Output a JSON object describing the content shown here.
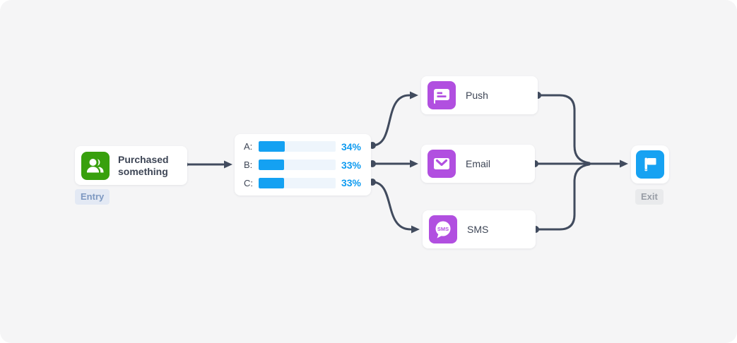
{
  "colors": {
    "canvas_bg": "#f5f5f6",
    "card_bg": "#ffffff",
    "connector": "#414b5e",
    "green": "#38a00d",
    "purple": "#b14fe0",
    "blue": "#17a2f2",
    "bar_track": "#eef5fc",
    "bar_fill": "#14a1f2",
    "pct_text": "#0f9bf0",
    "entry_badge_bg": "#e3e9f4",
    "entry_badge_text": "#7d98c1",
    "exit_badge_bg": "#e9eaec",
    "exit_badge_text": "#989da6",
    "label_text": "#3e4656"
  },
  "entry_node": {
    "label": "Purchased something",
    "badge": "Entry",
    "icon": "users-icon"
  },
  "split_node": {
    "rows": [
      {
        "label": "A:",
        "percent": 34,
        "percent_label": "34%"
      },
      {
        "label": "B:",
        "percent": 33,
        "percent_label": "33%"
      },
      {
        "label": "C:",
        "percent": 33,
        "percent_label": "33%"
      }
    ]
  },
  "channels": [
    {
      "label": "Push",
      "icon": "push-notification-icon"
    },
    {
      "label": "Email",
      "icon": "email-icon"
    },
    {
      "label": "SMS",
      "icon": "sms-icon"
    }
  ],
  "exit_node": {
    "badge": "Exit",
    "icon": "flag-icon"
  }
}
